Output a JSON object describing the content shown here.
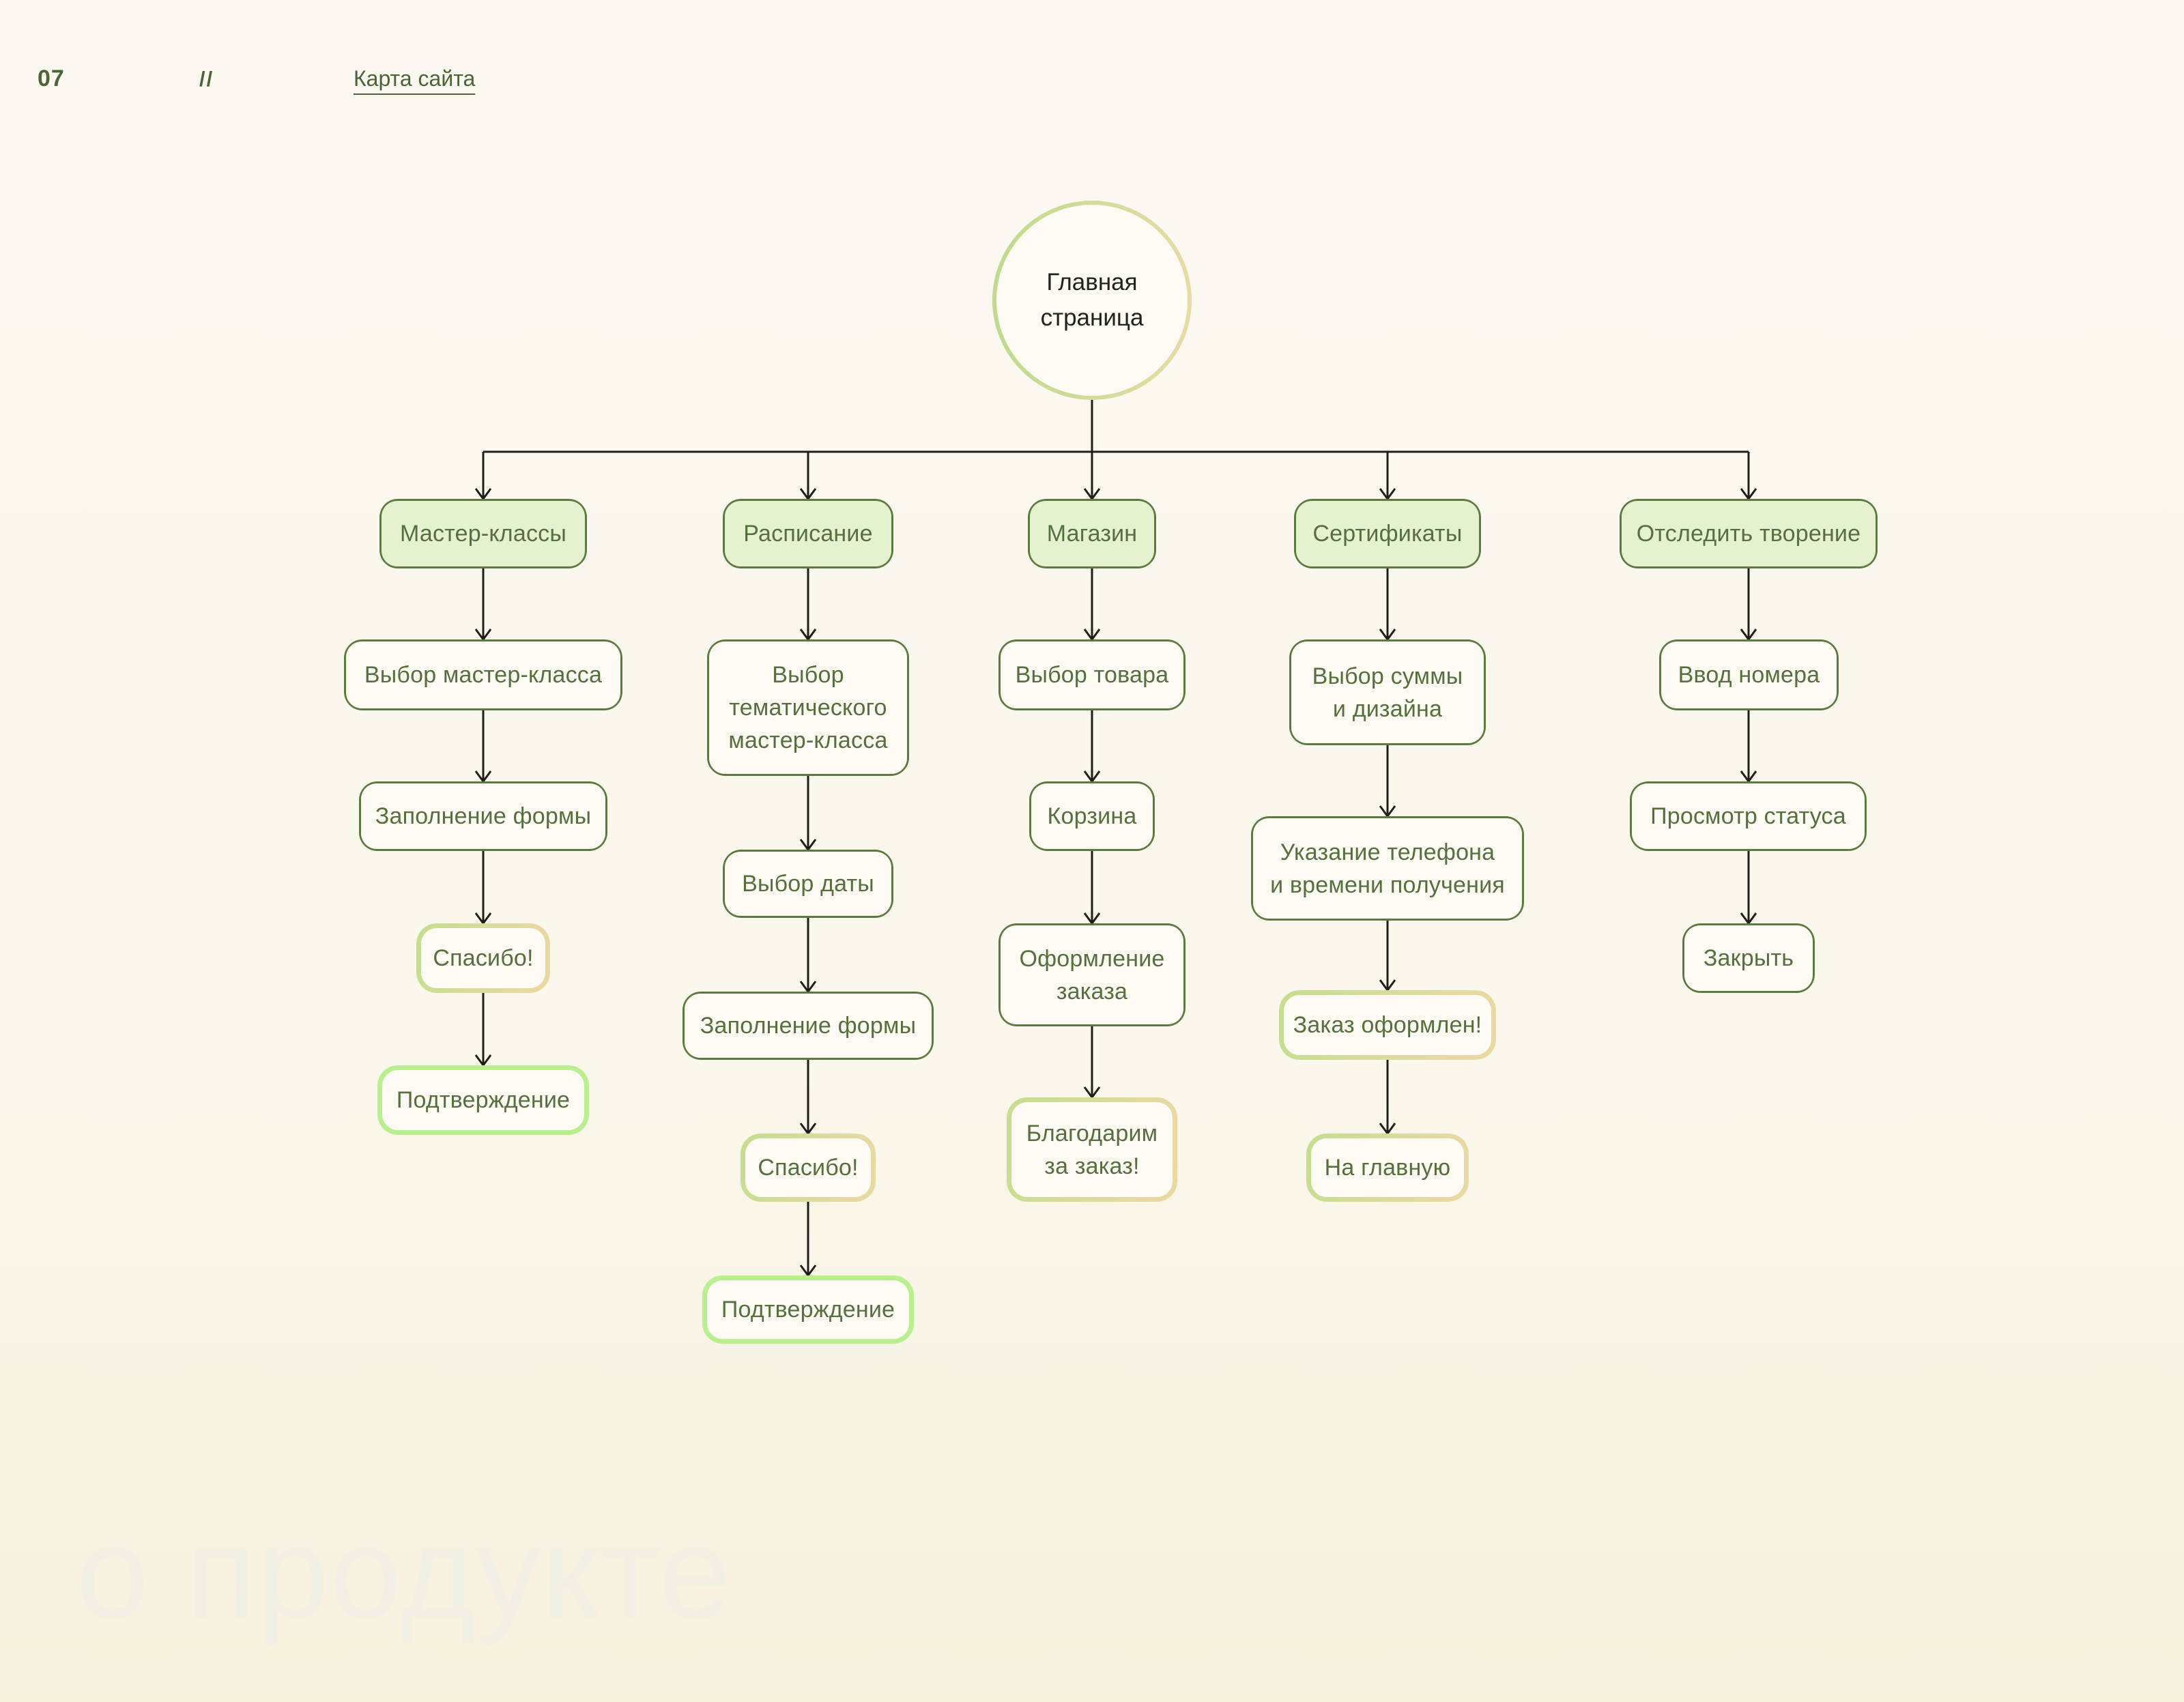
{
  "page": {
    "number": "07",
    "divider": "//",
    "title": "Карта сайта",
    "watermark": "о продукте"
  },
  "colors": {
    "bg-top": "#FAF8F1",
    "bg-mid": "#FAF7EC",
    "bg-bottom": "#F6F1DD",
    "ink": "#1F1F19",
    "olive": "#5C7A3F",
    "olive-text": "#55703E",
    "header-fill": "#E4F2CF",
    "box-fill": "#FCFAF2",
    "grad-green": "#C7DE92",
    "grad-tan": "#E8D9A3",
    "confirm-green": "#B9EF8F",
    "circle-green": "#BFDA8E",
    "circle-tan": "#E7DBA6",
    "circle-text": "#20251C",
    "header-ink": "#4C6335",
    "watermark": "#F2EFE4"
  },
  "root": {
    "label": "Главная\nстраница"
  },
  "columns": [
    {
      "header": "Мастер-классы",
      "nodes": [
        {
          "label": "Выбор мастер-класса",
          "type": "step"
        },
        {
          "label": "Заполнение формы",
          "type": "step"
        },
        {
          "label": "Спасибо!",
          "type": "thankyou"
        },
        {
          "label": "Подтверждение",
          "type": "confirm"
        }
      ]
    },
    {
      "header": "Расписание",
      "nodes": [
        {
          "label": "Выбор\nтематического\nмастер-класса",
          "type": "step"
        },
        {
          "label": "Выбор даты",
          "type": "step"
        },
        {
          "label": "Заполнение формы",
          "type": "step"
        },
        {
          "label": "Спасибо!",
          "type": "thankyou"
        },
        {
          "label": "Подтверждение",
          "type": "confirm"
        }
      ]
    },
    {
      "header": "Магазин",
      "nodes": [
        {
          "label": "Выбор товара",
          "type": "step"
        },
        {
          "label": "Корзина",
          "type": "step"
        },
        {
          "label": "Оформление\nзаказа",
          "type": "step"
        },
        {
          "label": "Благодарим\nза заказ!",
          "type": "thankyou"
        }
      ]
    },
    {
      "header": "Сертификаты",
      "nodes": [
        {
          "label": "Выбор суммы\nи дизайна",
          "type": "step"
        },
        {
          "label": "Указание телефона\nи времени получения",
          "type": "step"
        },
        {
          "label": "Заказ оформлен!",
          "type": "thankyou"
        },
        {
          "label": "На главную",
          "type": "thankyou"
        }
      ]
    },
    {
      "header": "Отследить творение",
      "nodes": [
        {
          "label": "Ввод номера",
          "type": "step"
        },
        {
          "label": "Просмотр статуса",
          "type": "step"
        },
        {
          "label": "Закрыть",
          "type": "step"
        }
      ]
    }
  ]
}
